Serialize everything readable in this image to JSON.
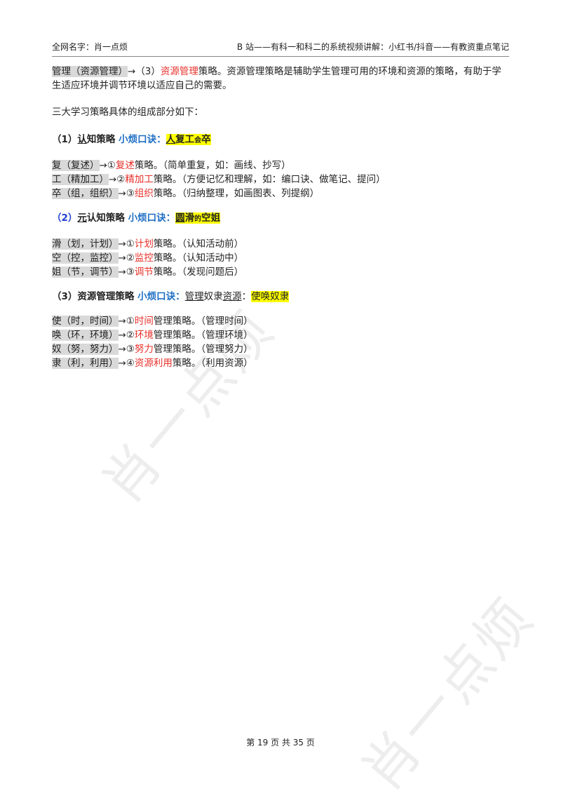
{
  "header": {
    "left": "全网名字：肖一点烦",
    "right": "B 站——有科一和科二的系统视频讲解：小红书/抖音——有教资重点笔记"
  },
  "intro": {
    "p1_gray": "管理（资源管理）",
    "p1_arrow": "→（3）",
    "p1_red": "资源管理",
    "p1_rest": "策略。资源管理策略是辅助学生管理可用的环境和资源的策略，有助于学生适应环境并调节环境以适应自己的需要。",
    "p2": "三大学习策略具体的组成部分如下："
  },
  "section1": {
    "num": "（1）",
    "name_u": "认",
    "name_rest": "知策略",
    "mnemonic_label": "小烦口诀：",
    "mnemonic_u": "人",
    "mnemonic_mid": "复工",
    "mnemonic_small": "会",
    "mnemonic_end": "卒",
    "items": [
      {
        "gray": "复（复述）",
        "arrow": "→①",
        "red": "复述",
        "rest": "策略。（简单重复，如：画线、抄写）"
      },
      {
        "gray": "工（精加工）",
        "arrow": "→②",
        "red": "精加工",
        "rest": "策略。（方便记忆和理解，如：编口诀、做笔记、提问）"
      },
      {
        "gray": "卒（组，组织）",
        "arrow": "→③",
        "red": "组织",
        "rest": "策略。（归纳整理，如画图表、列提纲）"
      }
    ]
  },
  "section2": {
    "num": "（2）",
    "name_u": "元",
    "name_rest": "认知策略",
    "mnemonic_label": "小烦口诀：",
    "mnemonic_u": "圆",
    "mnemonic_mid": "滑",
    "mnemonic_small": "的",
    "mnemonic_end": "空姐",
    "items": [
      {
        "gray": "滑（划，计划）",
        "arrow": "→①",
        "red": "计划",
        "rest": "策略。（认知活动前）"
      },
      {
        "gray": "空（控，监控）",
        "arrow": "→②",
        "red": "监控",
        "rest": "策略。（认知活动中）"
      },
      {
        "gray": "姐（节，调节）",
        "arrow": "→③",
        "red": "调节",
        "rest": "策略。（发现问题后）"
      }
    ]
  },
  "section3": {
    "num": "（3）",
    "name": "资源管理策略",
    "mnemonic_label": "小烦口诀：",
    "m_u1": "管理",
    "m_mid": "奴隶",
    "m_u2": "资源",
    "m_colon": "：",
    "m_yellow": "使唤奴隶",
    "items": [
      {
        "gray": "使（时，时间）",
        "arrow": "→①",
        "red": "时间",
        "rest": "管理策略。（管理时间）"
      },
      {
        "gray": "唤（环，环境）",
        "arrow": "→②",
        "red": "环境",
        "rest": "管理策略。（管理环境）"
      },
      {
        "gray": "奴（努，努力）",
        "arrow": "→③",
        "red": "努力",
        "rest": "管理策略。（管理努力）"
      },
      {
        "gray": "隶（利，利用）",
        "arrow": "→④",
        "red": "资源利用",
        "rest": "策略。（利用资源）"
      }
    ]
  },
  "footer": "第 19 页 共 35 页",
  "watermark": "肖一点烦"
}
